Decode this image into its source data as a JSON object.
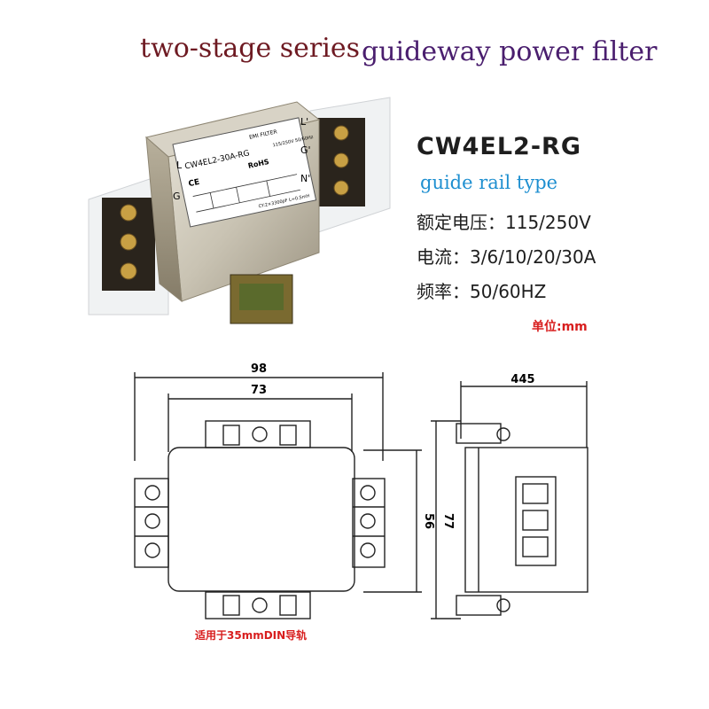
{
  "header": {
    "series": "two-stage series",
    "product": "guideway power filter"
  },
  "product_photo": {
    "label_title": "EMI FILTER",
    "label_model": "CW4EL2-30A-RG",
    "label_rohs": "RoHS",
    "label_ce": "CE",
    "label_rating": "115/250V 50/60Hz",
    "label_caps": "CY:2×3300pF L≈0.5mH",
    "terminal_left_top": "L",
    "terminal_left_bottom": "G",
    "terminal_right_top": "L'",
    "terminal_right_mid": "G'",
    "terminal_right_bottom": "N'"
  },
  "specs": {
    "model": "CW4EL2-RG",
    "type": "guide rail type",
    "rows": [
      {
        "label": "额定电压：",
        "value": "115/250V"
      },
      {
        "label": "电流：",
        "value": "3/6/10/20/30A"
      },
      {
        "label": "频率：",
        "value": "50/60HZ"
      }
    ],
    "unit_note": "单位:mm"
  },
  "drawing": {
    "dim_total_width": "98",
    "dim_inner_width": "73",
    "dim_side_depth": "445",
    "dim_height_inner": "56",
    "dim_height_outer": "77",
    "din_note": "适用于35mmDIN导轨"
  },
  "colors": {
    "header_series": "#6e1a22",
    "header_product": "#4a1e6e",
    "rail_type": "#1e8fd0",
    "note_red": "#d81e1e"
  }
}
